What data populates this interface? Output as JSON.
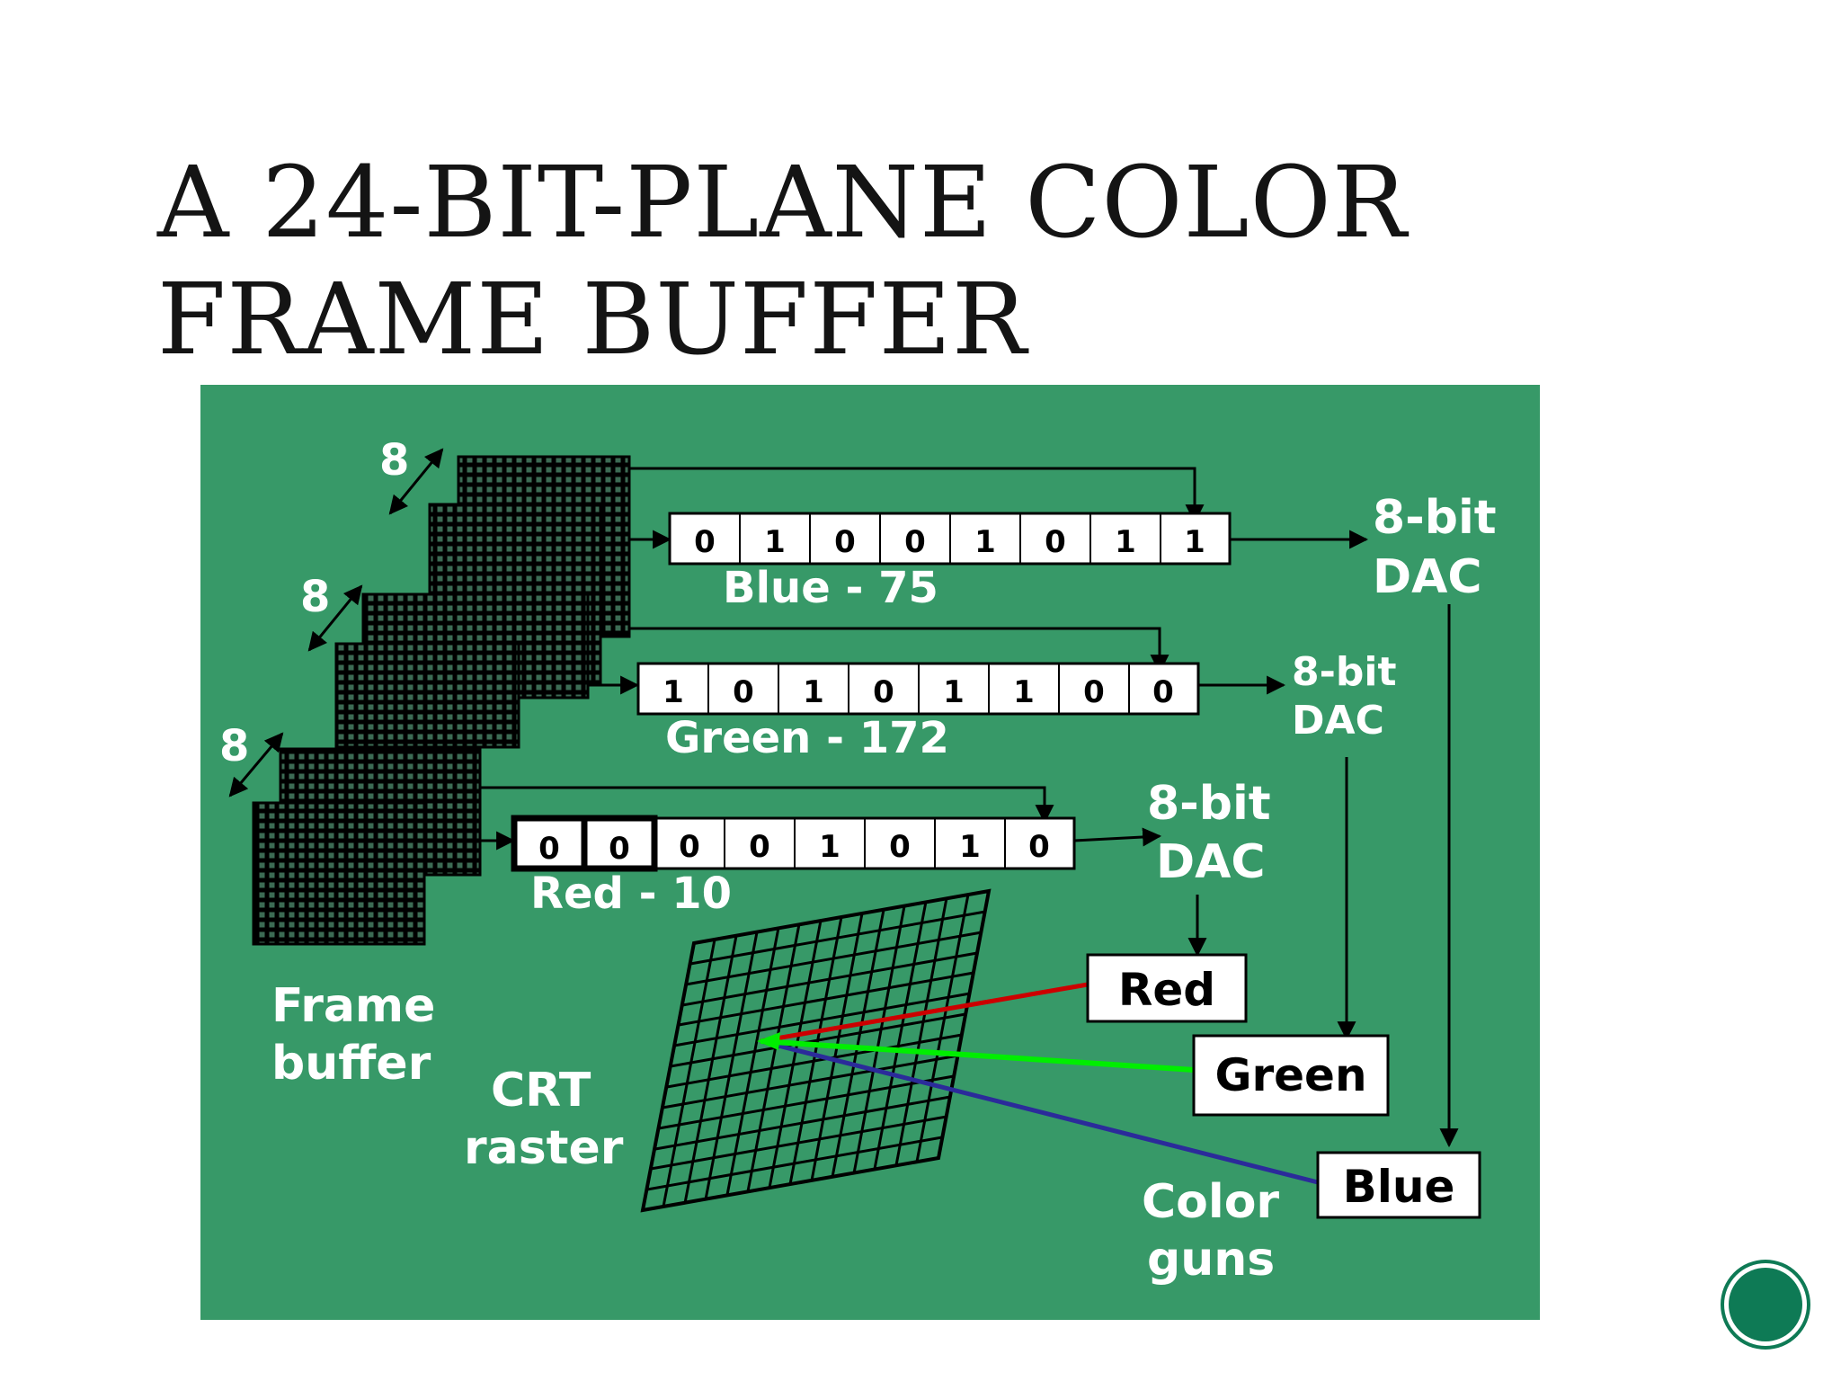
{
  "slide": {
    "title_line1": "A 24-BIT-PLANE COLOR",
    "title_line2": "FRAME BUFFER"
  },
  "diagram": {
    "depth_labels": [
      "8",
      "8",
      "8"
    ],
    "registers": {
      "blue": {
        "bits": [
          "0",
          "1",
          "0",
          "0",
          "1",
          "0",
          "1",
          "1"
        ],
        "caption": "Blue - 75",
        "dac_line1": "8-bit",
        "dac_line2": "DAC"
      },
      "green": {
        "bits": [
          "1",
          "0",
          "1",
          "0",
          "1",
          "1",
          "0",
          "0"
        ],
        "caption": "Green - 172",
        "dac_line1": "8-bit",
        "dac_line2": "DAC"
      },
      "red": {
        "bits": [
          "0",
          "0",
          "0",
          "0",
          "1",
          "0",
          "1",
          "0"
        ],
        "caption": "Red - 10",
        "dac_line1": "8-bit",
        "dac_line2": "DAC"
      }
    },
    "frame_buffer_line1": "Frame",
    "frame_buffer_line2": "buffer",
    "crt_line1": "CRT",
    "crt_line2": "raster",
    "guns": {
      "red": "Red",
      "green": "Green",
      "blue": "Blue"
    },
    "color_guns_line1": "Color",
    "color_guns_line2": "guns",
    "colors": {
      "panel": "#379968",
      "red_beam": "#cc0000",
      "green_beam": "#00ee00",
      "blue_beam": "#2b2b9a"
    }
  }
}
